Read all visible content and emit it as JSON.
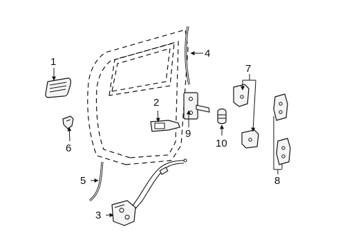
{
  "diagram": {
    "callouts": [
      {
        "id": "c1",
        "label": "1"
      },
      {
        "id": "c2",
        "label": "2"
      },
      {
        "id": "c3",
        "label": "3"
      },
      {
        "id": "c4",
        "label": "4"
      },
      {
        "id": "c5",
        "label": "5"
      },
      {
        "id": "c6",
        "label": "6"
      },
      {
        "id": "c7",
        "label": "7"
      },
      {
        "id": "c8",
        "label": "8"
      },
      {
        "id": "c9",
        "label": "9"
      },
      {
        "id": "c10",
        "label": "10"
      }
    ],
    "colors": {
      "line": "#111111",
      "background": "#ffffff",
      "part_fill": "#f4f4f4"
    }
  }
}
